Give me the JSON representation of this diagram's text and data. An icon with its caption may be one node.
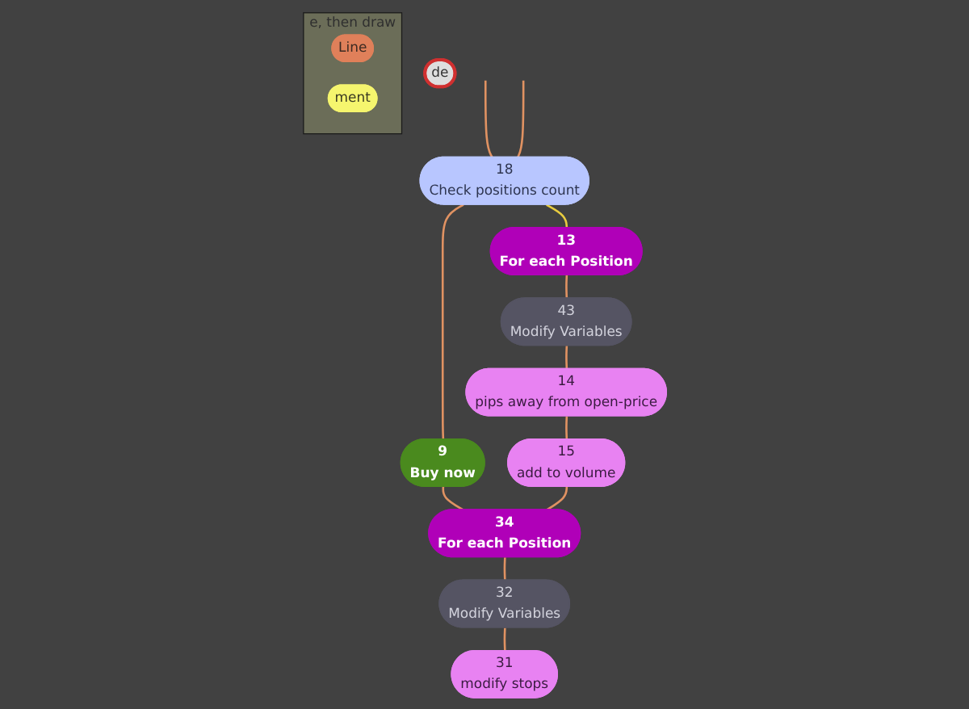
{
  "diagram": {
    "nodes": [
      {
        "text": [
          "e, then draw"
        ]
      },
      {
        "text": [
          "Line"
        ],
        "in": 0
      },
      {
        "text": [
          "ment"
        ],
        "in": 0
      },
      {
        "text": [
          "18",
          "Check positions count"
        ]
      },
      {
        "text": [
          "13",
          "For each Position"
        ]
      },
      {
        "text": [
          "9",
          "Buy now"
        ]
      },
      {
        "text": [
          "43",
          "Modify Variables"
        ]
      },
      {
        "text": [
          "14",
          "pips away from open-price"
        ]
      },
      {
        "text": [
          "15",
          "add to volume"
        ]
      },
      {
        "text": [
          "34",
          "For each Position"
        ]
      },
      {
        "text": [
          "32",
          "Modify Variables"
        ]
      },
      {
        "text": [
          "31",
          "modify stops"
        ]
      },
      {
        "text": [
          "de"
        ]
      }
    ],
    "edges": [
      {
        "from": null,
        "to": 3,
        "arrow": "none"
      },
      {
        "from": null,
        "to": 3,
        "arrow": "none"
      },
      {
        "from": 3,
        "to": 5,
        "arrow": "none"
      },
      {
        "from": 3,
        "to": 4,
        "arrow": "none",
        "color": "#e8cc40"
      },
      {
        "from": 4,
        "to": 6,
        "arrow": "none"
      },
      {
        "from": 6,
        "to": 7,
        "arrow": "none"
      },
      {
        "from": 7,
        "to": 8,
        "arrow": "none"
      },
      {
        "from": 5,
        "to": 9,
        "arrow": "none"
      },
      {
        "from": 8,
        "to": 9,
        "arrow": "none"
      },
      {
        "from": 9,
        "to": 10,
        "arrow": "none"
      },
      {
        "from": 10,
        "to": 11,
        "arrow": "none"
      }
    ]
  }
}
